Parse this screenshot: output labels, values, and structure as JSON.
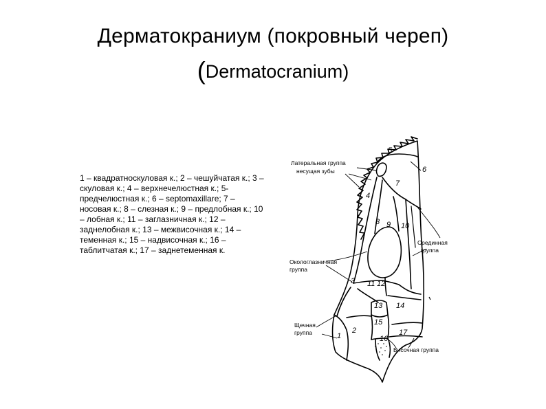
{
  "title": {
    "line1": "Дерматокраниум (покровный череп)",
    "open_paren": "(",
    "line2": "Dermatocranium",
    "close_paren": ")"
  },
  "legend_text": "1 – квадратноскуловая к.; 2 – чешуйчатая к.; 3 – скуловая к.; 4 – верхнечелюстная к.; 5- предчелюстная к.; 6 – septomaxillare; 7 – носовая к.; 8 – слезная к.; 9 – предлобная к.; 10 – лобная к.; 11 – заглазничная к.; 12 – заднелобная к.; 13 – межвисочная к.; 14 – теменная к.; 15 – надвисочная к.; 16 – таблитчатая к.; 17 – заднетеменная к.",
  "diagram": {
    "groups": {
      "lateral_1": "Латеральная группа",
      "lateral_2": "несущая зубы",
      "median_1": "Срединная",
      "median_2": "группа",
      "orbital_1": "Окологлазничная",
      "orbital_2": "группа",
      "cheek_1": "Щечная",
      "cheek_2": "группа",
      "temporal": "Височная группа"
    },
    "bone_numbers": [
      "1",
      "2",
      "3",
      "4",
      "5",
      "6",
      "7",
      "8",
      "9",
      "10",
      "11",
      "12",
      "13",
      "14",
      "15",
      "16",
      "17"
    ]
  }
}
